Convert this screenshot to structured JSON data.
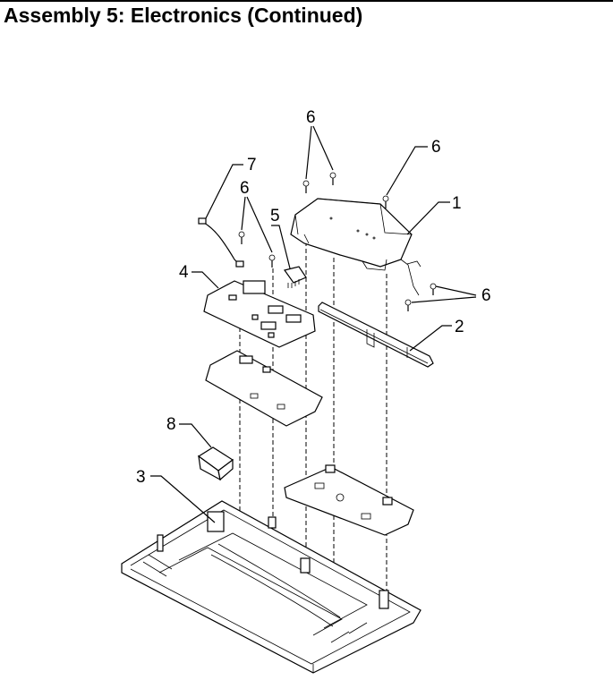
{
  "header": {
    "title": "Assembly 5: Electronics (Continued)"
  },
  "diagram": {
    "callouts": [
      {
        "label": "1"
      },
      {
        "label": "2"
      },
      {
        "label": "3"
      },
      {
        "label": "4"
      },
      {
        "label": "5"
      },
      {
        "label": "6"
      },
      {
        "label": "6"
      },
      {
        "label": "6"
      },
      {
        "label": "6"
      },
      {
        "label": "7"
      },
      {
        "label": "8"
      }
    ]
  }
}
